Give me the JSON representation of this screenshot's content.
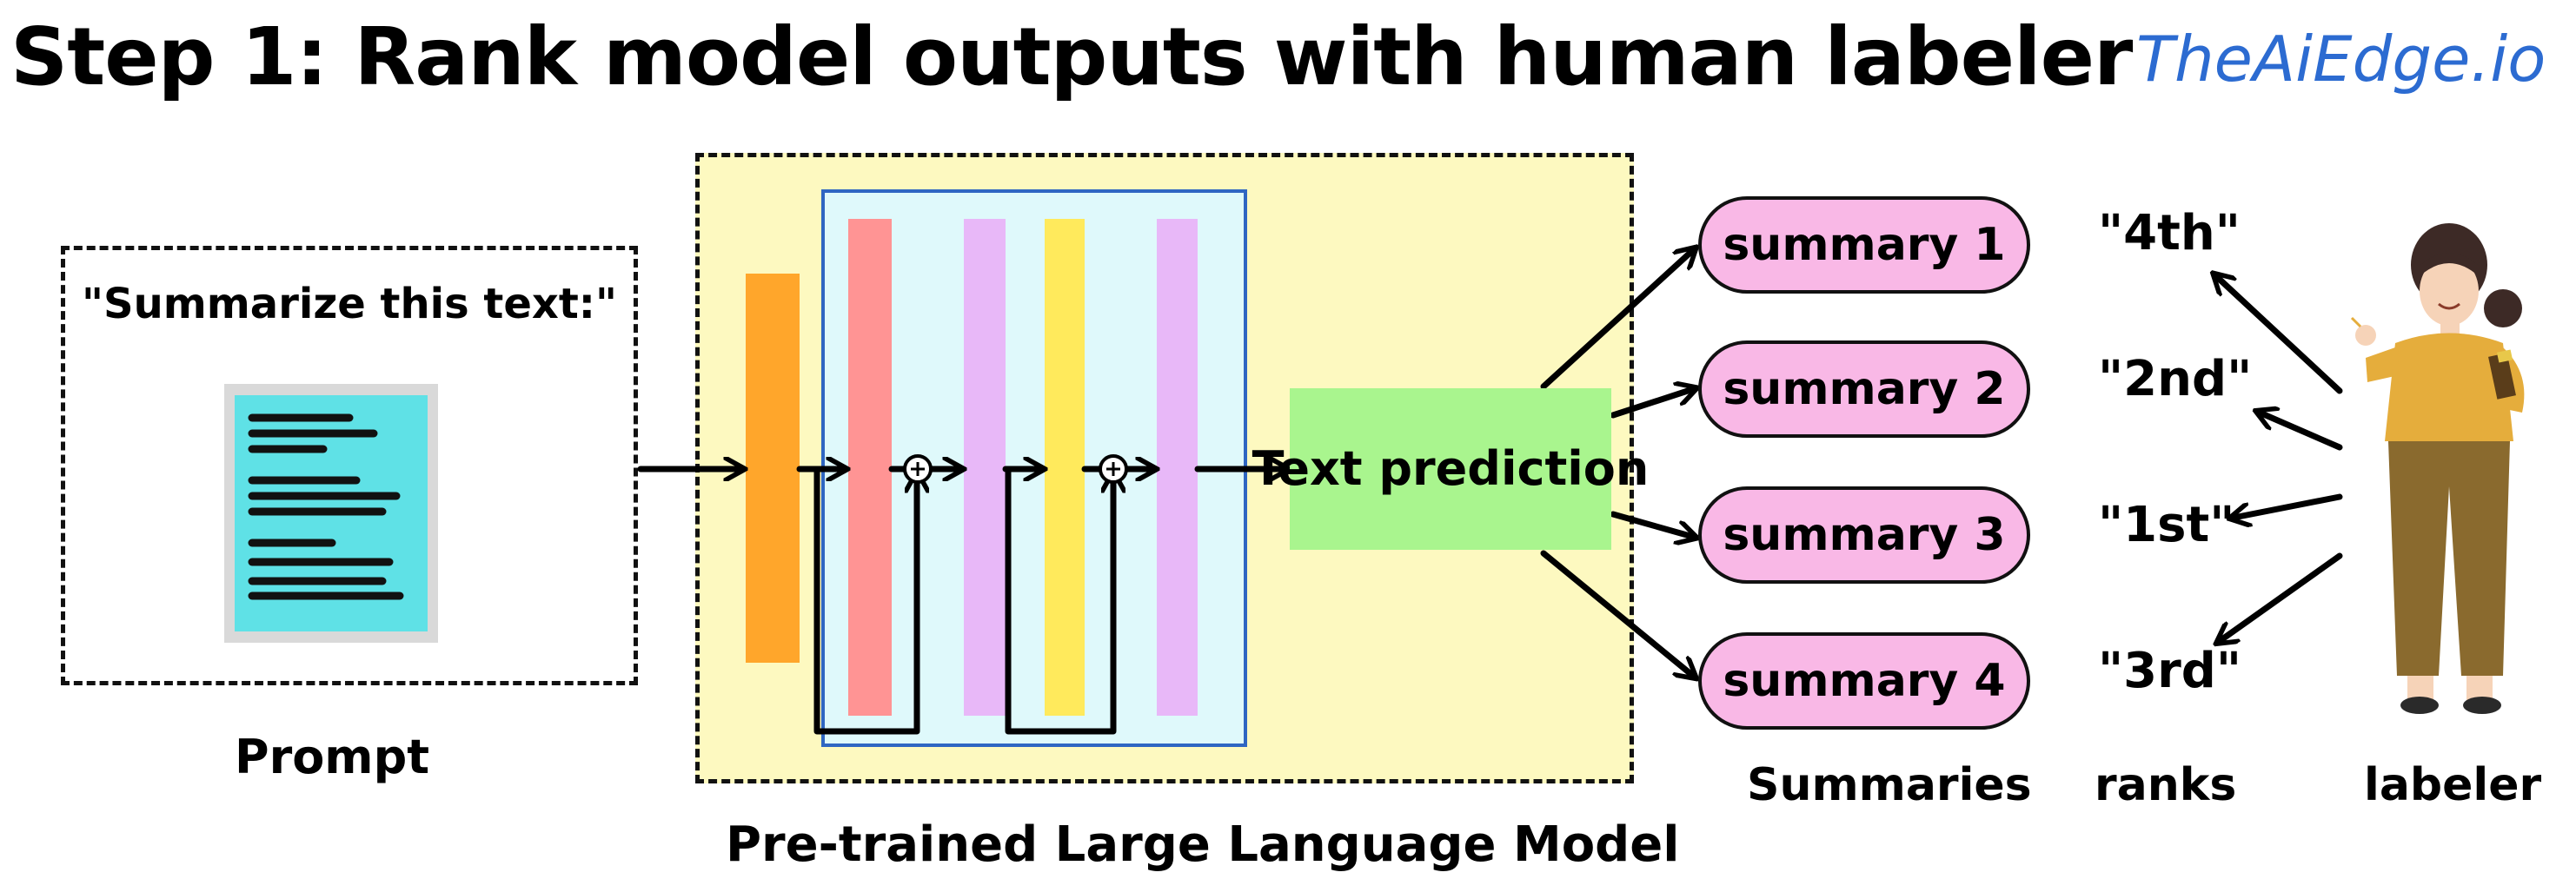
{
  "title": "Step 1: Rank model outputs with human labeler",
  "brand": "TheAiEdge.io",
  "prompt": {
    "text": "\"Summarize this text:\"",
    "label": "Prompt",
    "icon": "document-icon"
  },
  "model": {
    "label": "Pre-trained Large Language Model",
    "output_box": "Text prediction"
  },
  "summaries": [
    {
      "label": "summary 1",
      "rank": "\"4th\""
    },
    {
      "label": "summary 2",
      "rank": "\"2nd\""
    },
    {
      "label": "summary 3",
      "rank": "\"1st\""
    },
    {
      "label": "summary 4",
      "rank": "\"3rd\""
    }
  ],
  "column_labels": {
    "summaries": "Summaries",
    "ranks": "ranks",
    "labeler": "labeler"
  },
  "colors": {
    "brand": "#2c6bd1",
    "model_background": "#fdf9c0",
    "panel_border": "#2f66c2",
    "panel_background": "#dff9fb",
    "text_prediction": "#a9f58e",
    "summary_pill": "#f9b8e6",
    "layers": [
      "#ffa62b",
      "#ff9494",
      "#e8b8f8",
      "#ffea5c",
      "#e8b8f8"
    ]
  }
}
